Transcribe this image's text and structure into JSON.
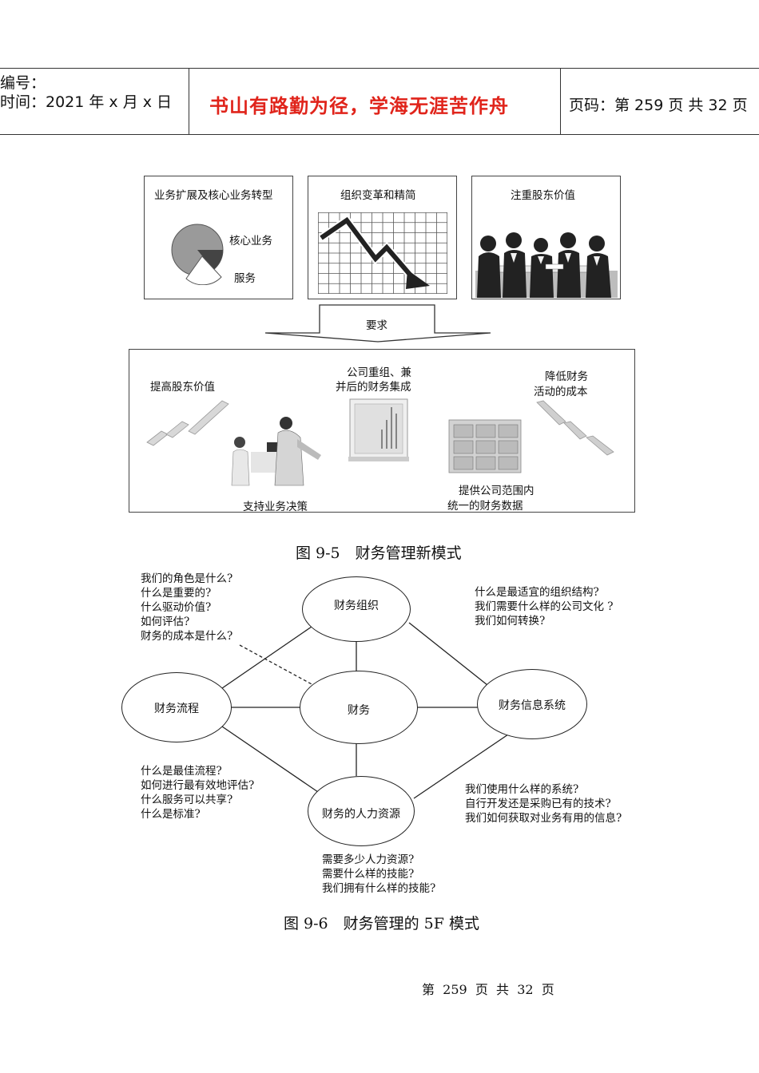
{
  "header": {
    "number_label": "编号：",
    "time_label": "时间：2021 年 x 月 x 日",
    "motto": "书山有路勤为径，学海无涯苦作舟",
    "page_label": "页码：第 259 页  共 32 页"
  },
  "fig5": {
    "panel1": {
      "title": "业务扩展及核心业务转型",
      "core_label": "核心业务",
      "service_label": "服务"
    },
    "panel2": {
      "title": "组织变革和精简"
    },
    "panel3": {
      "title": "注重股东价值"
    },
    "arrow_label": "要求",
    "bottom": {
      "shareholder": "提高股东价值",
      "integration_l1": "公司重组、兼",
      "integration_l2": "并后的财务集成",
      "cost_l1": "降低财务",
      "cost_l2": "活动的成本",
      "support": "支持业务决策",
      "data_l1": "提供公司范围内",
      "data_l2": "统一的财务数据"
    },
    "caption": "图 9-5　财务管理新模式"
  },
  "fig6": {
    "nodes": {
      "org": "财务组织",
      "process": "财务流程",
      "center": "财务",
      "info": "财务信息系统",
      "hr": "财务的人力资源"
    },
    "q_topleft": [
      "我们的角色是什么?",
      "什么是重要的?",
      "什么驱动价值?",
      "如何评估?",
      "财务的成本是什么?"
    ],
    "q_topright": [
      "什么是最适宜的组织结构?",
      "我们需要什么样的公司文化 ?",
      "我们如何转换?"
    ],
    "q_bottomleft": [
      "什么是最佳流程?",
      "如何进行最有效地评估?",
      "什么服务可以共享?",
      "什么是标准?"
    ],
    "q_bottomright": [
      "我们使用什么样的系统?",
      "自行开发还是采购已有的技术?",
      "我们如何获取对业务有用的信息?"
    ],
    "q_bottom": [
      "需要多少人力资源?",
      "需要什么样的技能?",
      "我们拥有什么样的技能?"
    ],
    "caption": "图 9-6　财务管理的 5F 模式"
  },
  "footer": {
    "page": "第  259  页  共  32  页"
  }
}
